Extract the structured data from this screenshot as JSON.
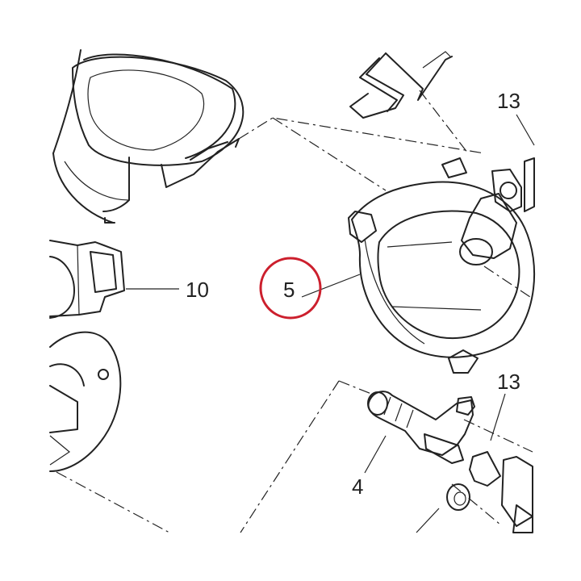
{
  "callouts": {
    "c13_top": "13",
    "c10": "10",
    "c5": "5",
    "c13_bottom": "13",
    "c4": "4"
  },
  "highlight": {
    "target": "c5",
    "color": "#cc1f2d"
  },
  "colors": {
    "line": "#222222",
    "background": "#ffffff"
  },
  "icons": {
    "top_left": "housing-ring-icon",
    "top_clip": "wire-clip-icon",
    "center": "injector-holder-ring-icon",
    "left_connector": "connector-icon",
    "left_body": "throttle-body-icon",
    "injector": "fuel-injector-icon",
    "seal": "seal-ring-icon"
  }
}
